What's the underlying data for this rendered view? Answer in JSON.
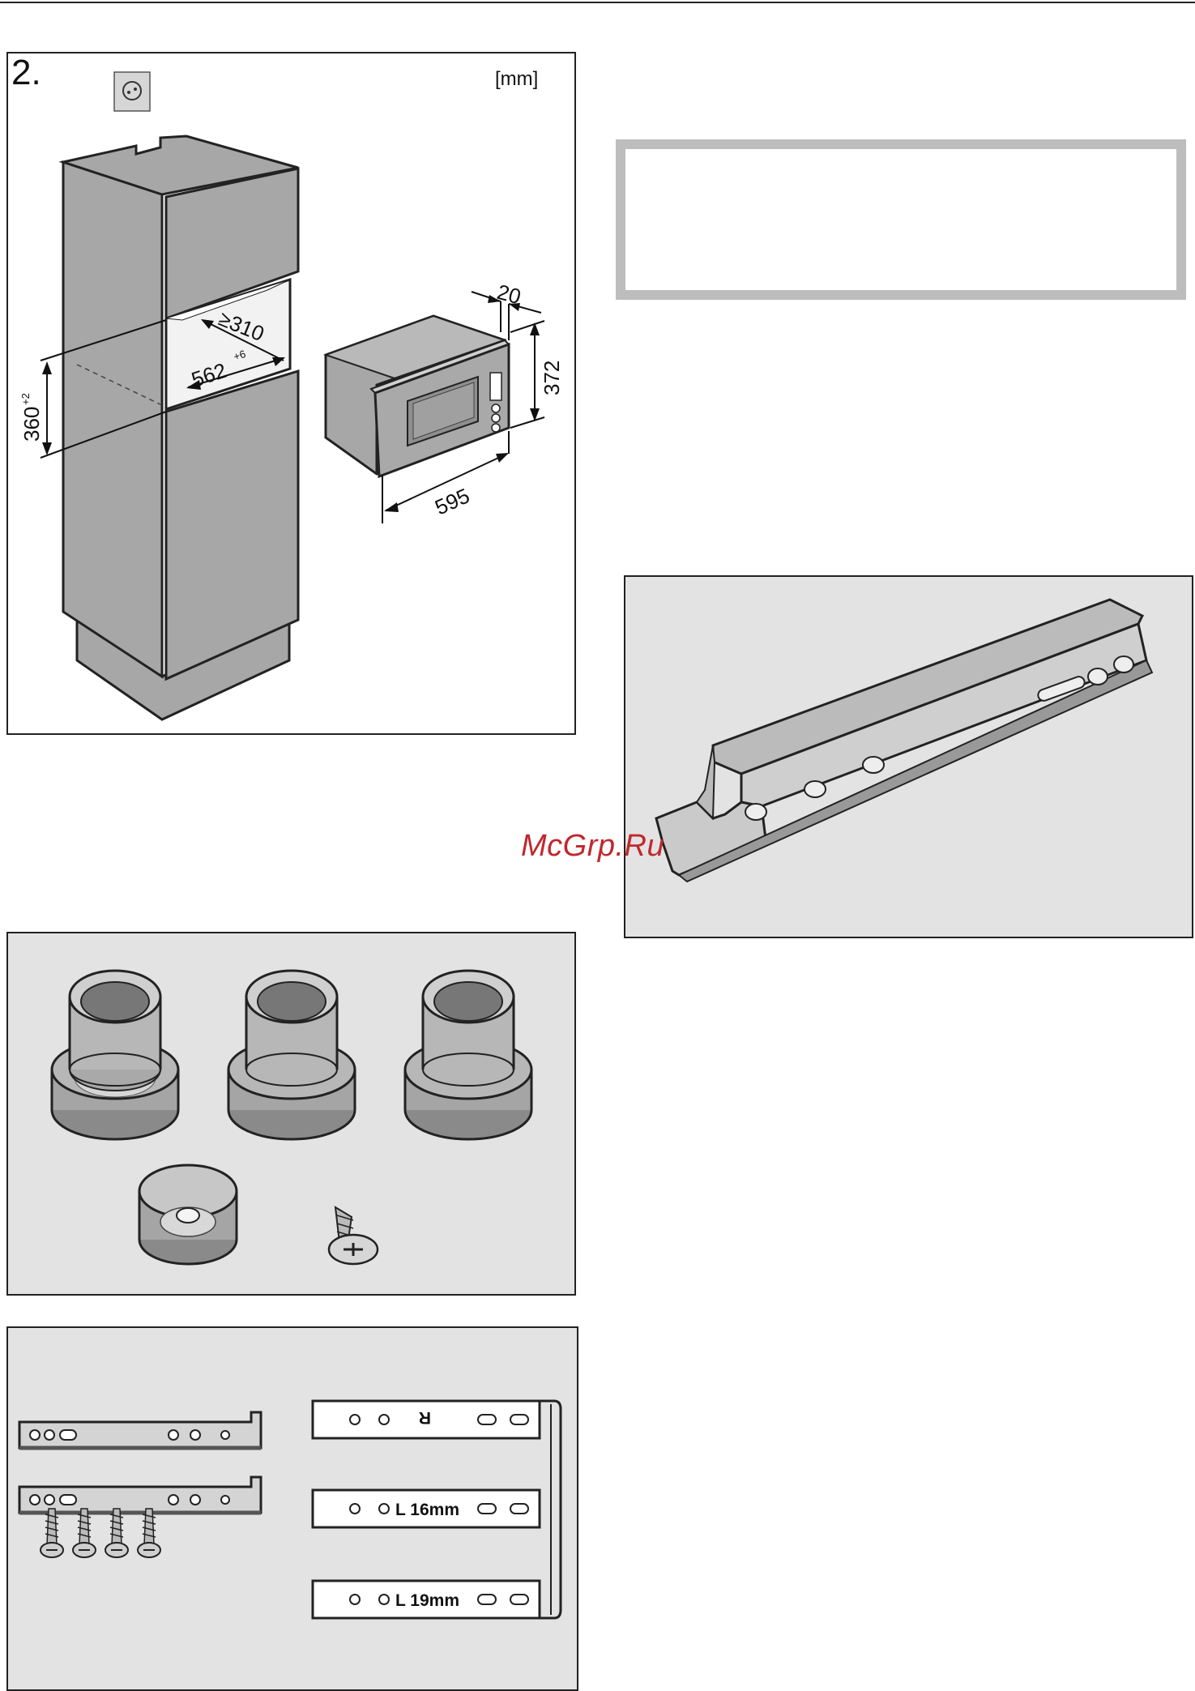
{
  "header": {
    "step_number": "2.",
    "unit_label": "[mm]"
  },
  "watermark": "McGrp.Ru",
  "dimensions": {
    "niche_depth": "310",
    "niche_depth_prefix": "≥",
    "niche_width": "562",
    "niche_width_tol": "+6",
    "niche_height": "360",
    "niche_height_tol": "+2",
    "appliance_frame_depth": "20",
    "appliance_height": "372",
    "appliance_width": "595"
  },
  "rails": {
    "right_label": "R",
    "left_16_label": "L 16mm",
    "left_19_label": "L 19mm"
  },
  "icons": {
    "socket": "power-socket-icon"
  },
  "colors": {
    "panel_bg": "#e3e3e3",
    "cabinet_gray": "#a7a7a7",
    "notice_border": "#bdbdbd",
    "watermark": "#c0282d"
  }
}
